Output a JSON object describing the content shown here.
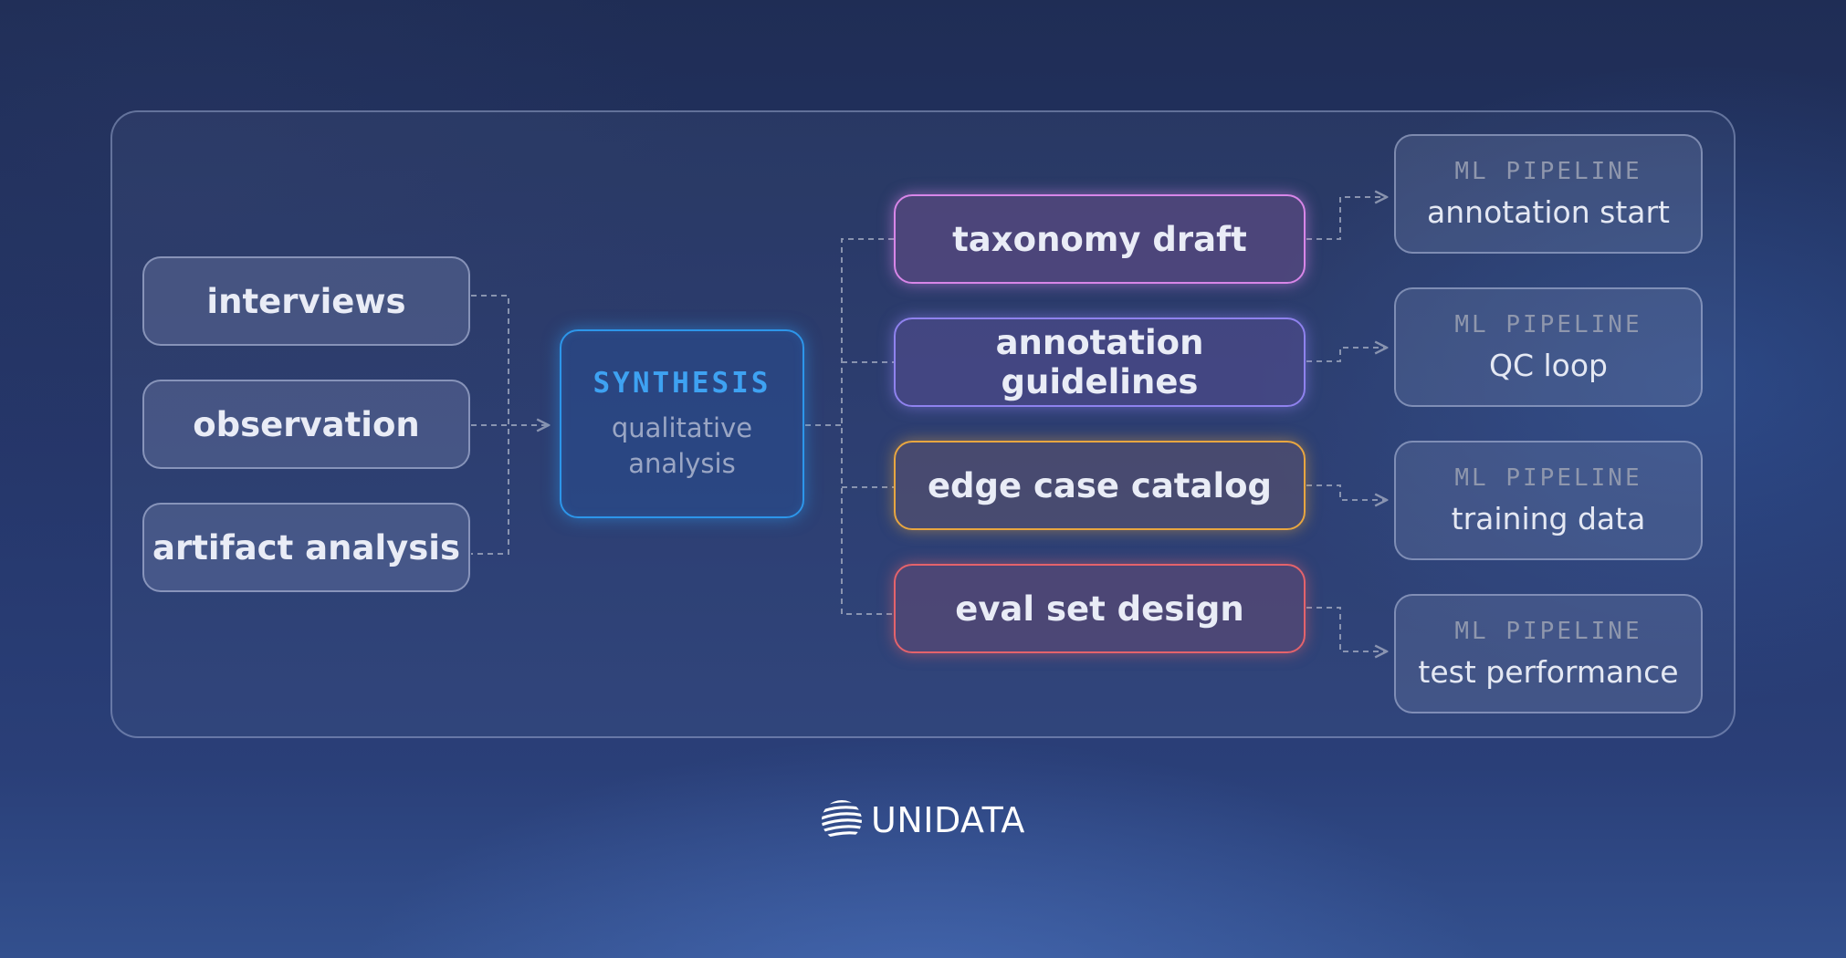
{
  "inputs": [
    "interviews",
    "observation",
    "artifact analysis"
  ],
  "synthesis": {
    "title": "SYNTHESIS",
    "subtitle": "qualitative analysis"
  },
  "outputs": [
    "taxonomy draft",
    "annotation guidelines",
    "edge case catalog",
    "eval set design"
  ],
  "pipeline": [
    {
      "tag": "ML PIPELINE",
      "label": "annotation start"
    },
    {
      "tag": "ML PIPELINE",
      "label": "QC loop"
    },
    {
      "tag": "ML PIPELINE",
      "label": "training data"
    },
    {
      "tag": "ML PIPELINE",
      "label": "test performance"
    }
  ],
  "colors": {
    "synthesis": "#2d96ea",
    "taxonomy_draft": "#d886e8",
    "annotation_guidelines": "#8f82ee",
    "edge_case_catalog": "#e8a640",
    "eval_set_design": "#e4636c"
  },
  "logo": {
    "text": "UNIDATA",
    "icon": "striped-globe-icon"
  }
}
